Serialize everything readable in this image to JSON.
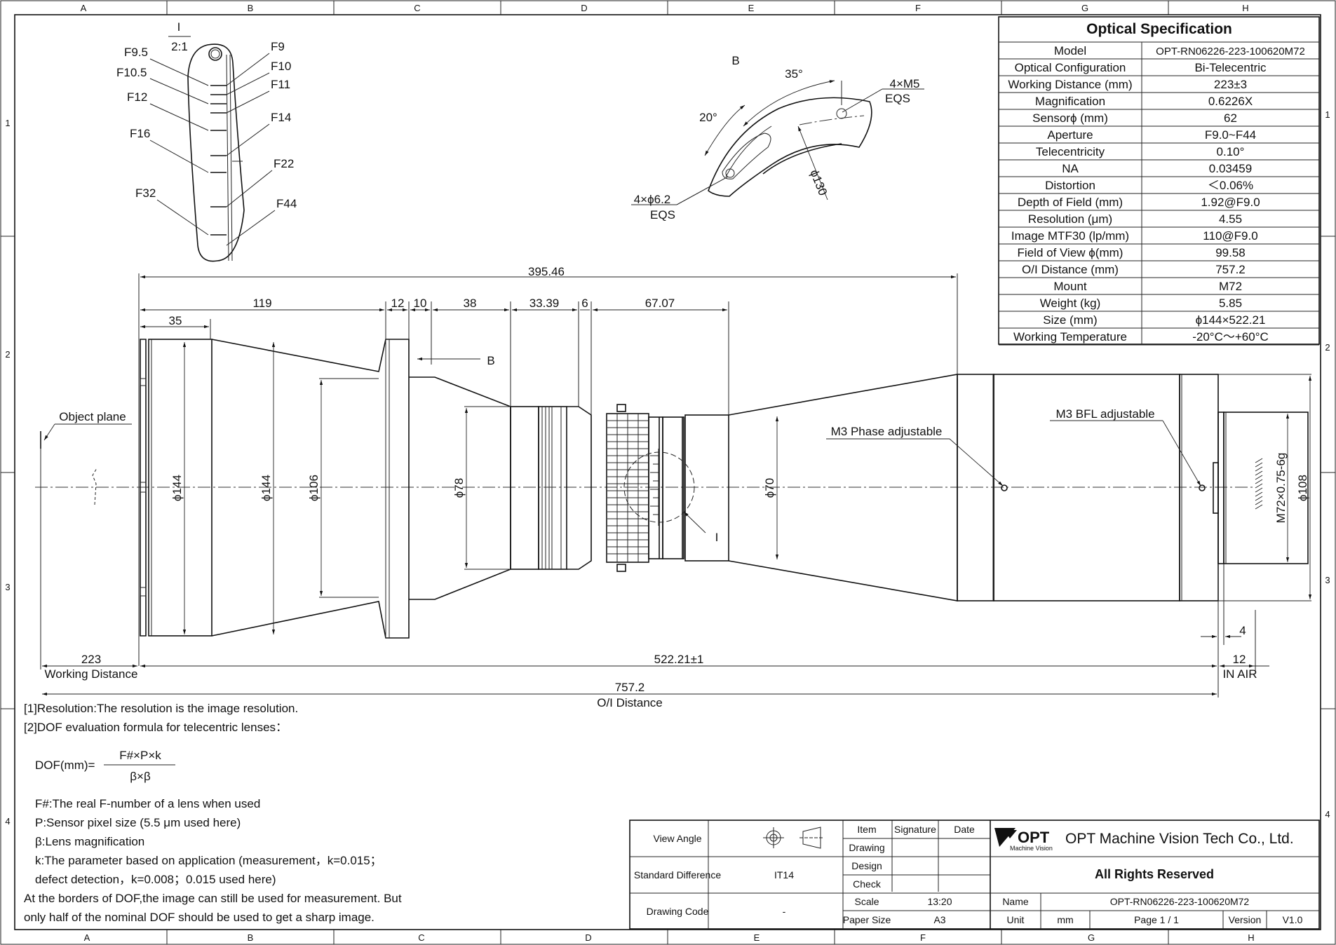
{
  "frame": {
    "columns": [
      "A",
      "B",
      "C",
      "D",
      "E",
      "F",
      "G",
      "H"
    ],
    "rows": [
      "1",
      "2",
      "3",
      "4"
    ]
  },
  "detail_I": {
    "label": "I",
    "scale": "2:1",
    "f_left": [
      "F9.5",
      "F10.5",
      "F12",
      "F16",
      "F32"
    ],
    "f_right": [
      "F9",
      "F10",
      "F11",
      "F14",
      "F22",
      "F44"
    ]
  },
  "section_B": {
    "label": "B",
    "angle_35": "35°",
    "angle_20": "20°",
    "m5": "4×M5",
    "m5_eqs": "EQS",
    "hole": "4×ϕ6.2",
    "hole_eqs": "EQS",
    "dia130": "ϕ130"
  },
  "spec": {
    "title": "Optical Specification",
    "rows": [
      {
        "label": "Model",
        "value": "OPT-RN06226-223-100620M72"
      },
      {
        "label": "Optical Configuration",
        "value": "Bi-Telecentric"
      },
      {
        "label": "Working Distance (mm)",
        "value": "223±3"
      },
      {
        "label": "Magnification",
        "value": "0.6226X"
      },
      {
        "label": "Sensorϕ (mm)",
        "value": "62"
      },
      {
        "label": "Aperture",
        "value": "F9.0~F44"
      },
      {
        "label": "Telecentricity",
        "value": "0.10°"
      },
      {
        "label": "NA",
        "value": "0.03459"
      },
      {
        "label": "Distortion",
        "value": "＜0.06%"
      },
      {
        "label": "Depth of Field (mm)",
        "value": "1.92@F9.0"
      },
      {
        "label": "Resolution (μm)",
        "value": "4.55"
      },
      {
        "label": "Image MTF30 (lp/mm)",
        "value": "110@F9.0"
      },
      {
        "label": "Field of View ϕ(mm)",
        "value": "99.58"
      },
      {
        "label": "O/I Distance (mm)",
        "value": "757.2"
      },
      {
        "label": "Mount",
        "value": "M72"
      },
      {
        "label": "Weight (kg)",
        "value": "5.85"
      },
      {
        "label": "Size (mm)",
        "value": "ϕ144×522.21"
      },
      {
        "label": "Working Temperature",
        "value": "-20°C～+60°C"
      }
    ]
  },
  "dims": {
    "total_top": "395.46",
    "d119": "119",
    "d12": "12",
    "d10": "10",
    "d38": "38",
    "d33": "33.39",
    "d6": "6",
    "d67": "67.07",
    "d35": "35",
    "phi144a": "ϕ144",
    "phi144b": "ϕ144",
    "phi106": "ϕ106",
    "phi78": "ϕ78",
    "phi70": "ϕ70",
    "phi108": "ϕ108",
    "thread": "M72×0.75-6g",
    "b_arrow": "B",
    "i_callout": "I",
    "object_plane": "Object plane",
    "m3_phase": "M3 Phase adjustable",
    "m3_bfl": "M3 BFL adjustable",
    "d4": "4",
    "wd": "223",
    "wd_label": "Working Distance",
    "length": "522.21±1",
    "d12b": "12",
    "in_air": "IN AIR",
    "oi": "757.2",
    "oi_label": "O/I Distance"
  },
  "notes": {
    "n1": "[1]Resolution:The resolution is  the image resolution.",
    "n2": "[2]DOF evaluation formula for telecentric lenses：",
    "dof": "DOF(mm)=",
    "num": "F#×P×k",
    "den": "β×β",
    "f": "F#:The real F-number of a lens when used",
    "p": "P:Sensor pixel size (5.5 μm used here)",
    "b": "β:Lens magnification",
    "k1": "k:The parameter based on application (measurement，k=0.015；",
    "k2": "defect detection，k=0.008；0.015 used here)",
    "a1": "At the borders of DOF,the image can still be used for measurement. But",
    "a2": "only half of the nominal DOF should be used to get a sharp image."
  },
  "title_block": {
    "view_angle": "View Angle",
    "std_diff": "Standard Difference",
    "std_value": "IT14",
    "drawing_code": "Drawing Code",
    "code_value": "-",
    "item": "Item",
    "signature": "Signature",
    "date": "Date",
    "drawing": "Drawing",
    "design": "Design",
    "check": "Check",
    "scale": "Scale",
    "scale_value": "13:20",
    "paper": "Paper Size",
    "paper_value": "A3",
    "logo": "OPT",
    "logo_sub": "Machine Vision",
    "company": "OPT Machine Vision Tech Co., Ltd.",
    "rights": "All Rights Reserved",
    "name": "Name",
    "name_value": "OPT-RN06226-223-100620M72",
    "unit": "Unit",
    "unit_value": "mm",
    "page": "Page  1 / 1",
    "version": "Version",
    "version_value": "V1.0"
  }
}
